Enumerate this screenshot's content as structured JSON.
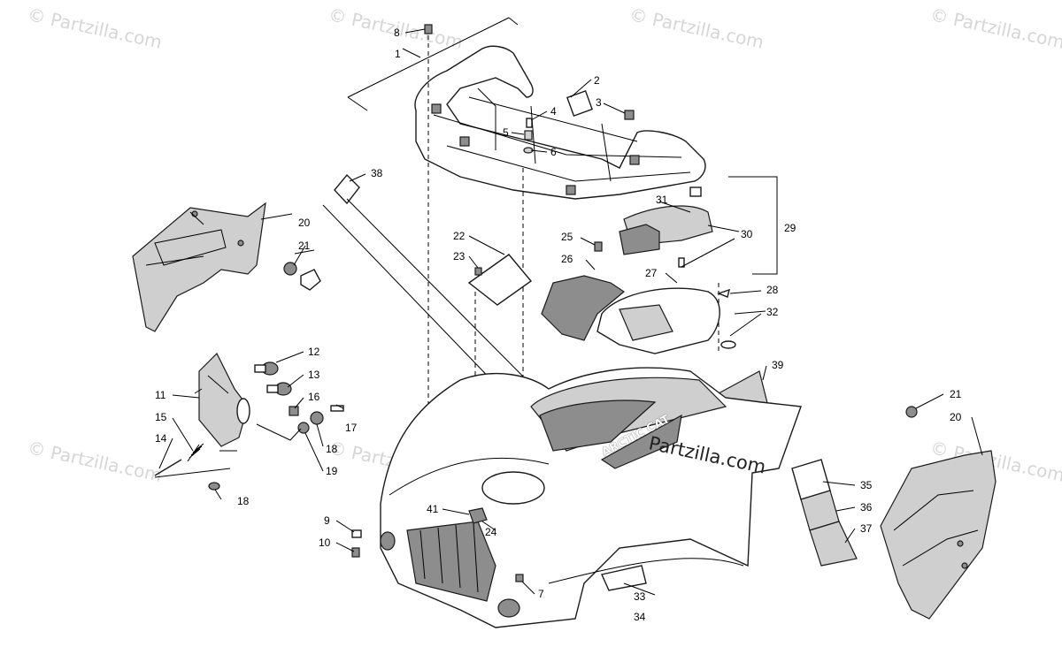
{
  "watermark": {
    "text": "© Partzilla.com",
    "color": "#d6d6d6"
  },
  "brand_watermark": "Partzilla.com",
  "fender_decal": "ARCTIC CAT",
  "callouts": [
    {
      "id": "c1",
      "text": "1"
    },
    {
      "id": "c2",
      "text": "2"
    },
    {
      "id": "c3",
      "text": "3"
    },
    {
      "id": "c4",
      "text": "4"
    },
    {
      "id": "c5",
      "text": "5"
    },
    {
      "id": "c6",
      "text": "6"
    },
    {
      "id": "c7",
      "text": "7"
    },
    {
      "id": "c8",
      "text": "8"
    },
    {
      "id": "c9",
      "text": "9"
    },
    {
      "id": "c10",
      "text": "10"
    },
    {
      "id": "c11",
      "text": "11"
    },
    {
      "id": "c12",
      "text": "12"
    },
    {
      "id": "c13",
      "text": "13"
    },
    {
      "id": "c14",
      "text": "14"
    },
    {
      "id": "c15",
      "text": "15"
    },
    {
      "id": "c16",
      "text": "16"
    },
    {
      "id": "c17",
      "text": "17"
    },
    {
      "id": "c18a",
      "text": "18"
    },
    {
      "id": "c18b",
      "text": "18"
    },
    {
      "id": "c19",
      "text": "19"
    },
    {
      "id": "c20a",
      "text": "20"
    },
    {
      "id": "c20b",
      "text": "20"
    },
    {
      "id": "c21a",
      "text": "21"
    },
    {
      "id": "c21b",
      "text": "21"
    },
    {
      "id": "c22",
      "text": "22"
    },
    {
      "id": "c23",
      "text": "23"
    },
    {
      "id": "c24",
      "text": "24"
    },
    {
      "id": "c25",
      "text": "25"
    },
    {
      "id": "c26",
      "text": "26"
    },
    {
      "id": "c27",
      "text": "27"
    },
    {
      "id": "c28",
      "text": "28"
    },
    {
      "id": "c29",
      "text": "29"
    },
    {
      "id": "c30",
      "text": "30"
    },
    {
      "id": "c31",
      "text": "31"
    },
    {
      "id": "c32",
      "text": "32"
    },
    {
      "id": "c33",
      "text": "33"
    },
    {
      "id": "c34",
      "text": "34"
    },
    {
      "id": "c35",
      "text": "35"
    },
    {
      "id": "c36",
      "text": "36"
    },
    {
      "id": "c37",
      "text": "37"
    },
    {
      "id": "c38",
      "text": "38"
    },
    {
      "id": "c39",
      "text": "39"
    },
    {
      "id": "c41",
      "text": "41"
    }
  ]
}
